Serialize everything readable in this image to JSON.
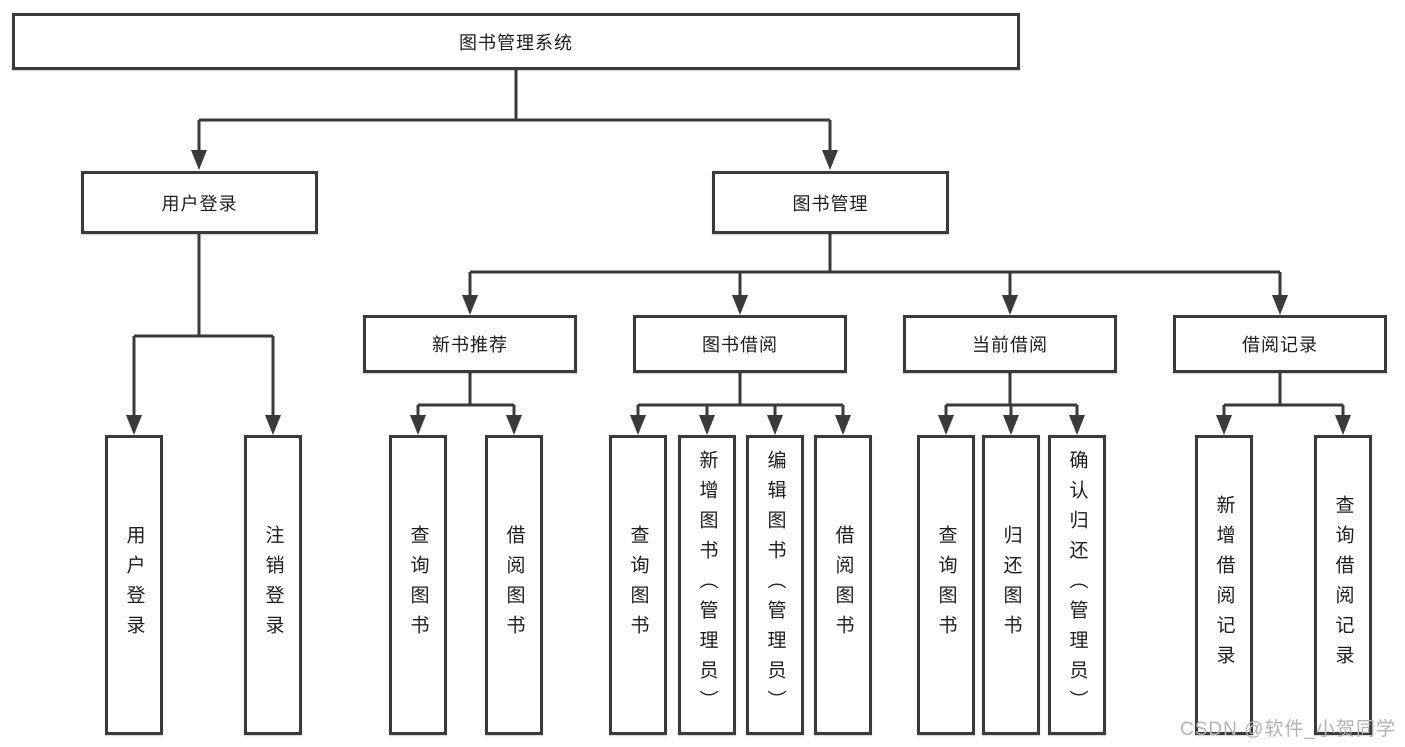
{
  "diagram": {
    "type": "hierarchy-chart",
    "colors": {
      "line": "#3a3a3a",
      "box_border": "#3a3a3a",
      "text": "#1d1d1f",
      "watermark": "#b3b3b3",
      "background": "#ffffff"
    },
    "nodes": {
      "root": "图书管理系统",
      "user_login": "用户登录",
      "book_mgmt": "图书管理",
      "new_book_rec": "新书推荐",
      "book_borrow": "图书借阅",
      "current_borrow": "当前借阅",
      "borrow_records": "借阅记录",
      "ul_user_login": "用户登录",
      "ul_logout": "注销登录",
      "nbr_query_book": "查询图书",
      "nbr_borrow_book": "借阅图书",
      "bb_query_book": "查询图书",
      "bb_add_book": "新增图书（管理员）",
      "bb_edit_book": "编辑图书（管理员）",
      "bb_borrow_book": "借阅图书",
      "cb_query_book": "查询图书",
      "cb_return_book": "归还图书",
      "cb_confirm_return": "确认归还（管理员）",
      "br_add_record": "新增借阅记录",
      "br_query_record": "查询借阅记录"
    },
    "structure": {
      "图书管理系统": {
        "用户登录": [
          "用户登录",
          "注销登录"
        ],
        "图书管理": {
          "新书推荐": [
            "查询图书",
            "借阅图书"
          ],
          "图书借阅": [
            "查询图书",
            "新增图书（管理员）",
            "编辑图书（管理员）",
            "借阅图书"
          ],
          "当前借阅": [
            "查询图书",
            "归还图书",
            "确认归还（管理员）"
          ],
          "借阅记录": [
            "新增借阅记录",
            "查询借阅记录"
          ]
        }
      }
    },
    "watermark": "CSDN @软件_小贺同学"
  }
}
